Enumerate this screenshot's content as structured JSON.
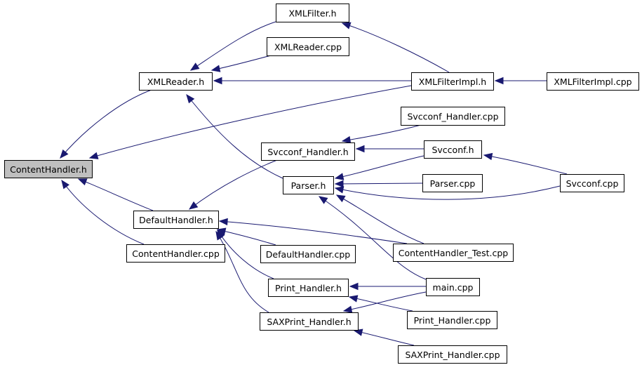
{
  "diagram": {
    "type": "include-dependency-graph",
    "root": "ContentHandler.h",
    "colors": {
      "edge": "#191970",
      "root_fill": "#bfbfbf",
      "node_fill": "#ffffff",
      "node_border": "#000000"
    },
    "nodes": [
      {
        "id": "xmlfilter_h",
        "label": "XMLFilter.h"
      },
      {
        "id": "xmlreader_cpp",
        "label": "XMLReader.cpp"
      },
      {
        "id": "xmlreader_h",
        "label": "XMLReader.h"
      },
      {
        "id": "xmlfilterimpl_h",
        "label": "XMLFilterImpl.h"
      },
      {
        "id": "xmlfilterimpl_cpp",
        "label": "XMLFilterImpl.cpp"
      },
      {
        "id": "svcconf_handler_cpp",
        "label": "Svcconf_Handler.cpp"
      },
      {
        "id": "svcconf_handler_h",
        "label": "Svcconf_Handler.h"
      },
      {
        "id": "svcconf_h",
        "label": "Svcconf.h"
      },
      {
        "id": "contenthandler_h",
        "label": "ContentHandler.h",
        "root": true
      },
      {
        "id": "parser_h",
        "label": "Parser.h"
      },
      {
        "id": "parser_cpp",
        "label": "Parser.cpp"
      },
      {
        "id": "svcconf_cpp",
        "label": "Svcconf.cpp"
      },
      {
        "id": "defaulthandler_h",
        "label": "DefaultHandler.h"
      },
      {
        "id": "contenthandler_cpp",
        "label": "ContentHandler.cpp"
      },
      {
        "id": "defaulthandler_cpp",
        "label": "DefaultHandler.cpp"
      },
      {
        "id": "contenthandler_test_cpp",
        "label": "ContentHandler_Test.cpp"
      },
      {
        "id": "main_cpp",
        "label": "main.cpp"
      },
      {
        "id": "print_handler_h",
        "label": "Print_Handler.h"
      },
      {
        "id": "saxprint_handler_h",
        "label": "SAXPrint_Handler.h"
      },
      {
        "id": "print_handler_cpp",
        "label": "Print_Handler.cpp"
      },
      {
        "id": "saxprint_handler_cpp",
        "label": "SAXPrint_Handler.cpp"
      }
    ],
    "edges": [
      {
        "from": "xmlreader_h",
        "to": "contenthandler_h"
      },
      {
        "from": "xmlfilterimpl_h",
        "to": "contenthandler_h"
      },
      {
        "from": "defaulthandler_h",
        "to": "contenthandler_h"
      },
      {
        "from": "contenthandler_cpp",
        "to": "contenthandler_h"
      },
      {
        "from": "xmlfilter_h",
        "to": "xmlreader_h"
      },
      {
        "from": "xmlreader_cpp",
        "to": "xmlreader_h"
      },
      {
        "from": "xmlfilterimpl_h",
        "to": "xmlreader_h"
      },
      {
        "from": "parser_h",
        "to": "xmlreader_h"
      },
      {
        "from": "xmlfilterimpl_h",
        "to": "xmlfilter_h"
      },
      {
        "from": "xmlfilterimpl_cpp",
        "to": "xmlfilterimpl_h"
      },
      {
        "from": "svcconf_handler_cpp",
        "to": "svcconf_handler_h"
      },
      {
        "from": "svcconf_h",
        "to": "svcconf_handler_h"
      },
      {
        "from": "svcconf_handler_h",
        "to": "defaulthandler_h"
      },
      {
        "from": "svcconf_cpp",
        "to": "svcconf_h"
      },
      {
        "from": "svcconf_h",
        "to": "parser_h"
      },
      {
        "from": "parser_cpp",
        "to": "parser_h"
      },
      {
        "from": "svcconf_cpp",
        "to": "parser_h"
      },
      {
        "from": "contenthandler_test_cpp",
        "to": "parser_h"
      },
      {
        "from": "main_cpp",
        "to": "parser_h"
      },
      {
        "from": "contenthandler_test_cpp",
        "to": "defaulthandler_h"
      },
      {
        "from": "defaulthandler_cpp",
        "to": "defaulthandler_h"
      },
      {
        "from": "print_handler_h",
        "to": "defaulthandler_h"
      },
      {
        "from": "saxprint_handler_h",
        "to": "defaulthandler_h"
      },
      {
        "from": "main_cpp",
        "to": "print_handler_h"
      },
      {
        "from": "print_handler_cpp",
        "to": "print_handler_h"
      },
      {
        "from": "main_cpp",
        "to": "saxprint_handler_h"
      },
      {
        "from": "saxprint_handler_cpp",
        "to": "saxprint_handler_h"
      }
    ]
  }
}
